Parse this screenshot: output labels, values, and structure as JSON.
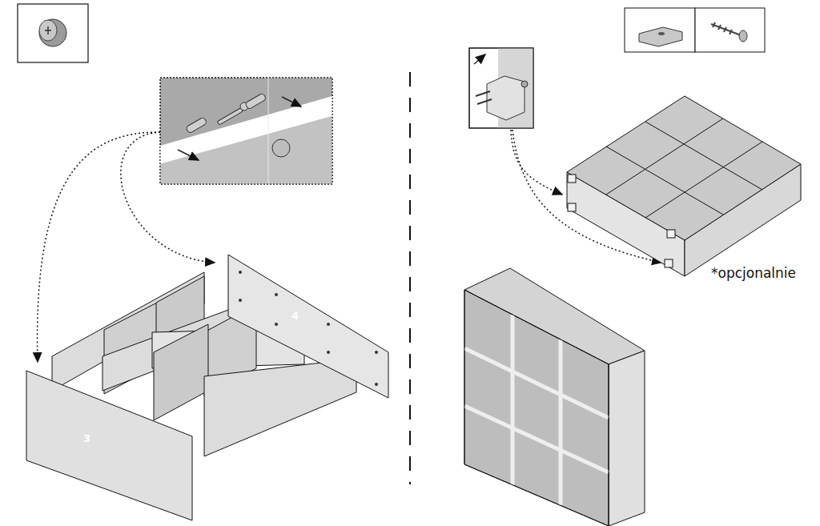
{
  "diagram": {
    "labels": [
      "3",
      "4",
      "*opcjonalnie"
    ]
  }
}
